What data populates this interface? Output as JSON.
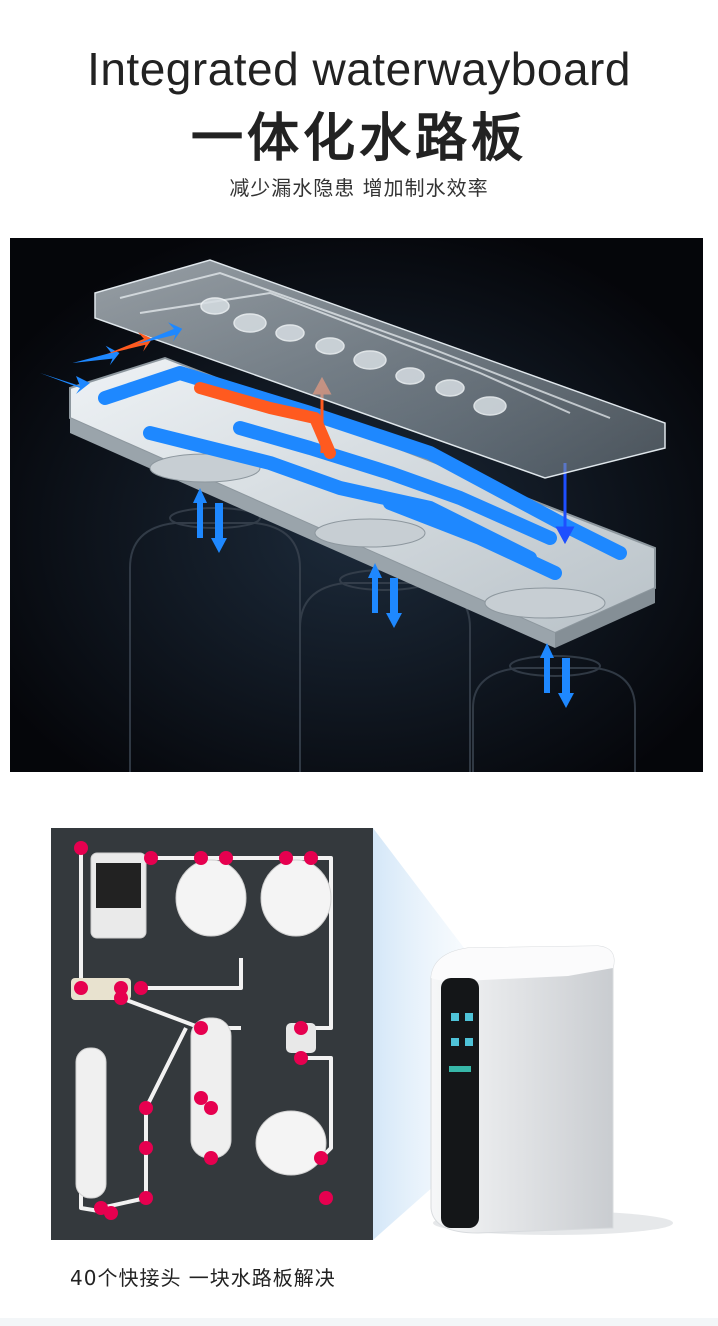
{
  "header": {
    "title_en": "Integrated waterwayboard",
    "title_cn": "一体化水路板",
    "subtitle": "减少漏水隐患 增加制水效率"
  },
  "hero": {
    "description_icon": "waterway-board-exploded-icon",
    "colors": {
      "background": "#06070b",
      "cold_flow": "#1e88ff",
      "hot_flow": "#ff5a1f"
    }
  },
  "diagram": {
    "description_icon": "pipe-layout-icon",
    "colors": {
      "background": "#34393d",
      "connector": "#e6004f"
    }
  },
  "product": {
    "description_icon": "water-purifier-icon"
  },
  "caption": "40个快接头 一块水路板解决"
}
